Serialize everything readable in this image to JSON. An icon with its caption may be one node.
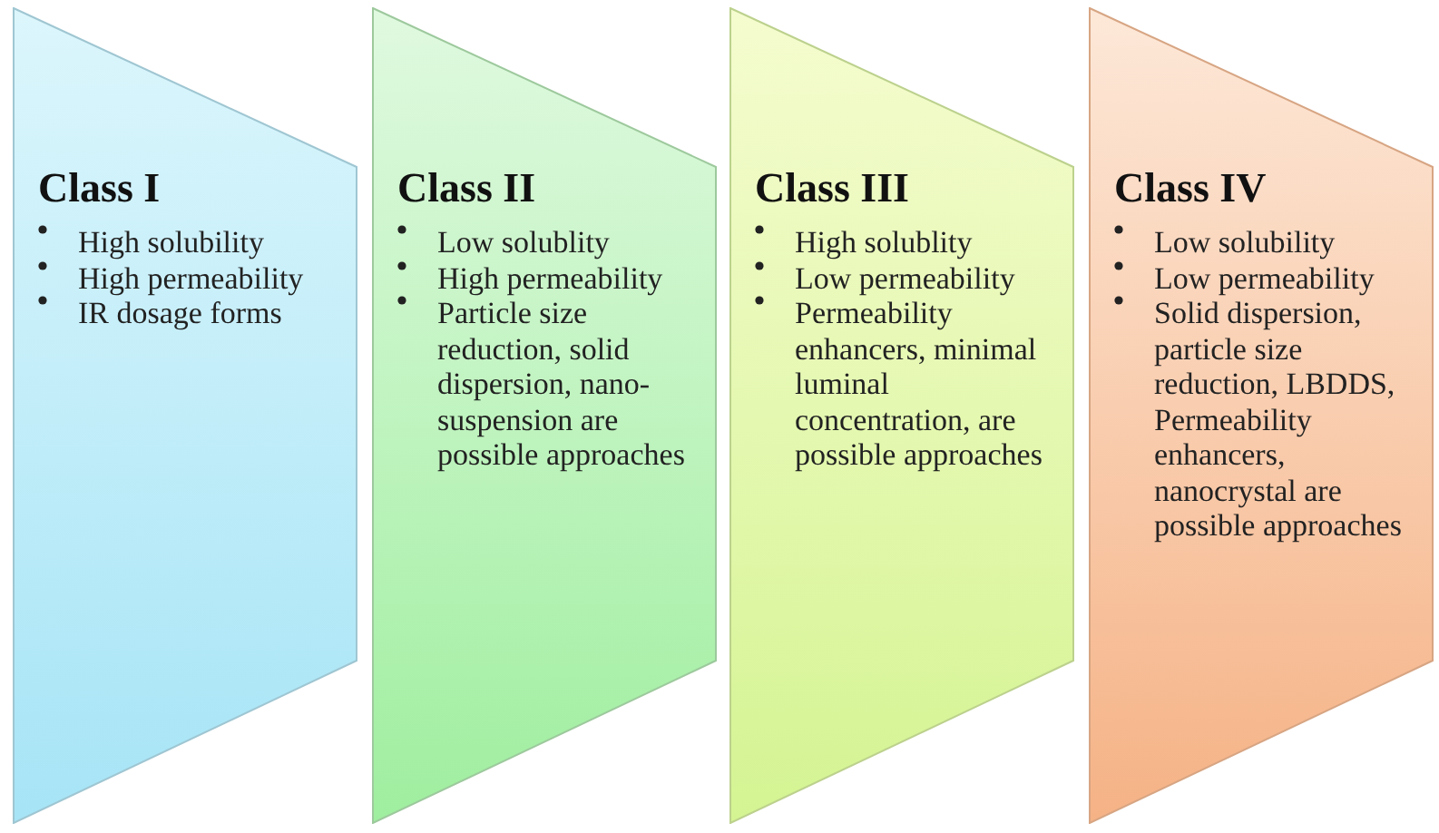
{
  "diagram": {
    "nodes": [
      {
        "text": [
          "Class I",
          "High solubility",
          "High permeability",
          "IR dosage forms"
        ]
      },
      {
        "text": [
          "Class II",
          "Low solublity",
          "High permeability",
          "Particle size reduction, solid dispersion, nano-suspension are possible approaches"
        ]
      },
      {
        "text": [
          "Class III",
          "High solublity",
          "Low permeability",
          "Permeability enhancers, minimal luminal concentration, are possible approaches"
        ]
      },
      {
        "text": [
          "Class IV",
          "Low solubility",
          "Low permeability",
          "Solid dispersion, particle size reduction, LBDDS, Permeability enhancers, nanocrystal are possible approaches"
        ]
      }
    ],
    "edges": []
  }
}
